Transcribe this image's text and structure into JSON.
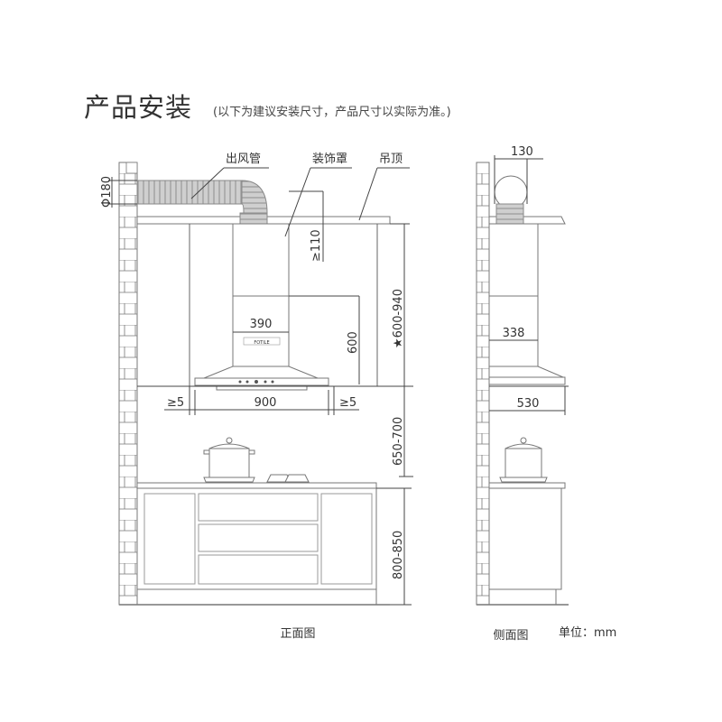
{
  "header": {
    "title": "产品安装",
    "subtitle": "(以下为建议安装尺寸，产品尺寸以实际为准。)"
  },
  "labels": {
    "duct": "出风管",
    "cover": "装饰罩",
    "ceiling": "吊顶"
  },
  "front_dims": {
    "phi": "Φ180",
    "ceiling_gap": "≥110",
    "cover_width": "390",
    "hood_height": "600",
    "total_height": "★600-940",
    "clear_left": "≥5",
    "hood_width": "900",
    "clear_right": "≥5",
    "hob_gap": "650-700",
    "counter_height": "800-850"
  },
  "side_dims": {
    "duct_dia": "130",
    "cover_depth": "338",
    "hood_depth": "530"
  },
  "captions": {
    "front": "正面图",
    "side": "侧面图",
    "unit": "单位：mm"
  },
  "brand": "FOTILE"
}
